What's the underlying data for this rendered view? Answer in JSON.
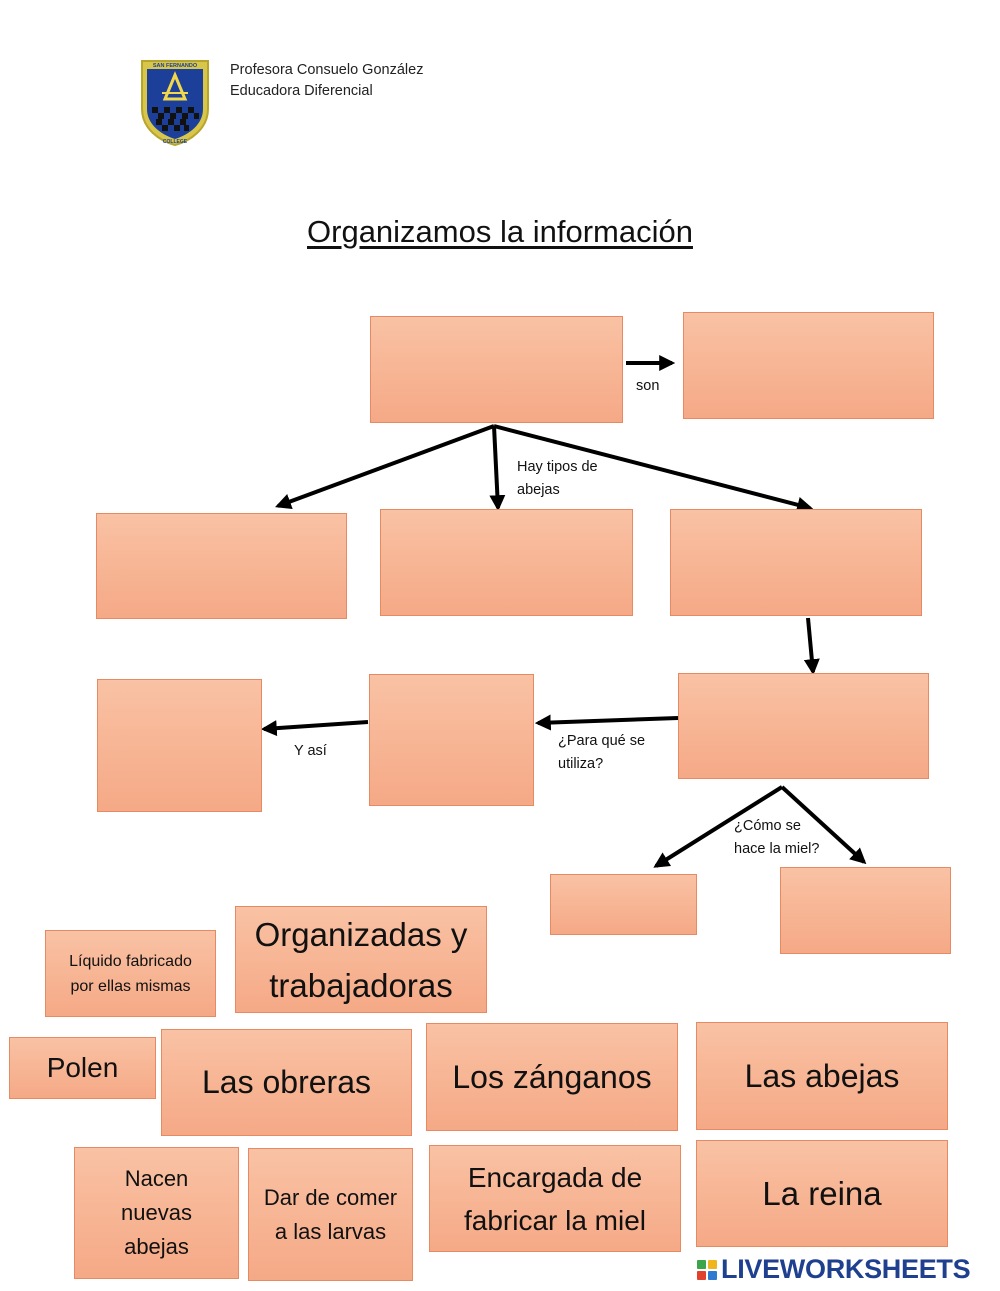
{
  "header": {
    "teacher_line1": "Profesora Consuelo González",
    "teacher_line2": "Educadora Diferencial",
    "logo_text_top": "SAN FERNANDO",
    "logo_text_bottom": "COLLEGE"
  },
  "title": "Organizamos la información",
  "diagram_labels": {
    "son": "son",
    "hay_tipos_1": "Hay tipos de",
    "hay_tipos_2": "abejas",
    "y_asi": "Y así",
    "para_que_1": "¿Para qué se",
    "para_que_2": "utiliza?",
    "como_1": "¿Cómo se",
    "como_2": "hace la miel?"
  },
  "cards": {
    "liquido": "Líquido fabricado por ellas mismas",
    "organizadas": "Organizadas y trabajadoras",
    "polen": "Polen",
    "obreras": "Las obreras",
    "zanganos": "Los zánganos",
    "abejas": "Las abejas",
    "nacen": "Nacen nuevas abejas",
    "dar_comer": "Dar de comer a las larvas",
    "encargada": "Encargada de fabricar la miel",
    "reina": "La reina"
  },
  "branding": {
    "name": "LIVEWORKSHEETS"
  },
  "colors": {
    "box_top": "#f9c2a4",
    "box_bottom": "#f5a986",
    "box_border": "#e58a63",
    "brand_blue": "#1f3f8f"
  }
}
